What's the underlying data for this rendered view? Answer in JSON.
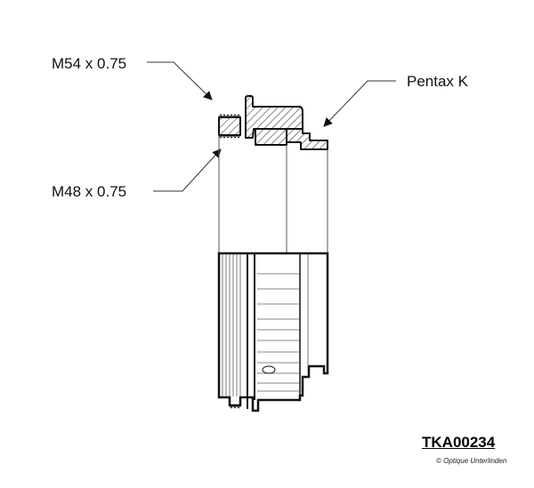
{
  "labels": {
    "thread_outer": "M54 x 0.75",
    "thread_inner": "M48 x 0.75",
    "mount": "Pentax K"
  },
  "reference": "TKA00234",
  "copyright": "© Optique Unterlinden"
}
